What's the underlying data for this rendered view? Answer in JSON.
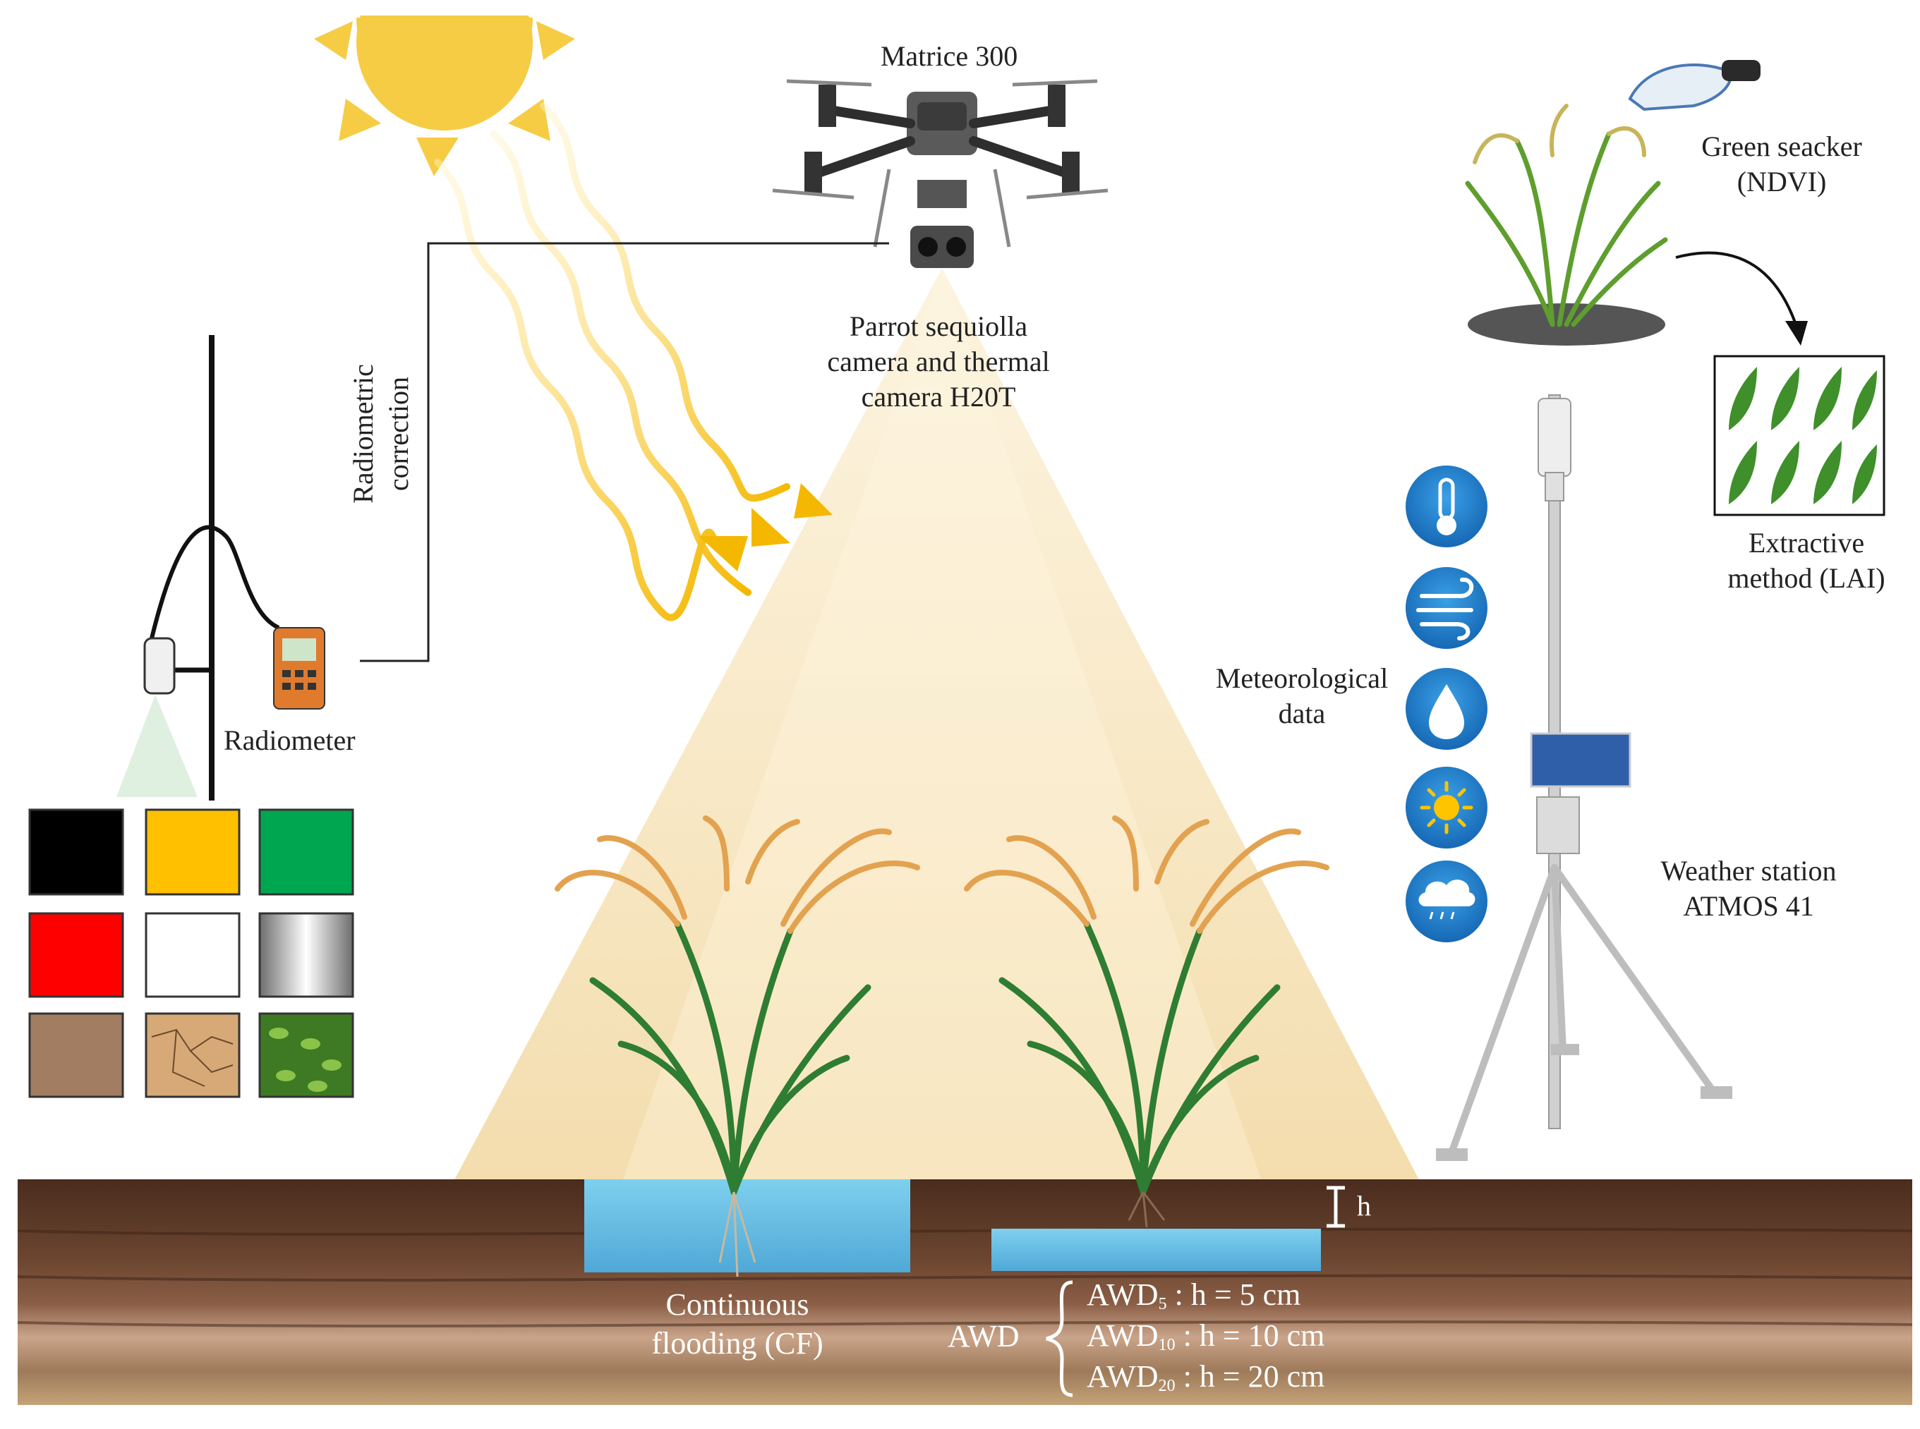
{
  "labels": {
    "drone": "Matrice 300",
    "camera_line1": "Parrot sequiolla",
    "camera_line2": "camera and thermal",
    "camera_line3": "camera H20T",
    "radiometric_line1": "Radiometric",
    "radiometric_line2": "correction",
    "radiometer": "Radiometer",
    "greenseeker_line1": "Green seacker",
    "greenseeker_line2": "(NDVI)",
    "lai_line1": "Extractive",
    "lai_line2": "method (LAI)",
    "meteo_line1": "Meteorological",
    "meteo_line2": "data",
    "station_line1": "Weather station",
    "station_line2": "ATMOS 41",
    "h": "h",
    "cf_line1": "Continuous",
    "cf_line2": "flooding (CF)",
    "awd": "AWD",
    "awd5_main": "AWD",
    "awd5_sub": "5",
    "awd5_rest": ": h = 5 cm",
    "awd10_main": "AWD",
    "awd10_sub": "10",
    "awd10_rest": ": h = 10 cm",
    "awd20_main": "AWD",
    "awd20_sub": "20",
    "awd20_rest": ": h = 20 cm"
  },
  "calibration_panels": [
    "black",
    "yellow",
    "green",
    "red",
    "white",
    "gray-gradient",
    "dry-soil",
    "cracked-soil",
    "vegetation"
  ],
  "weather_icons": [
    "thermometer-icon",
    "wind-icon",
    "humidity-icon",
    "sun-icon",
    "rain-cloud-icon"
  ],
  "colors": {
    "sun": "#F6CC45",
    "rays": "#F5B800",
    "water": "#6FC3E6",
    "soil_dark": "#4A2C1E",
    "weather_icon": "#1E7FC8",
    "panel_black": "#000000",
    "panel_yellow": "#FFC000",
    "panel_green": "#00A650",
    "panel_red": "#FF0000"
  }
}
